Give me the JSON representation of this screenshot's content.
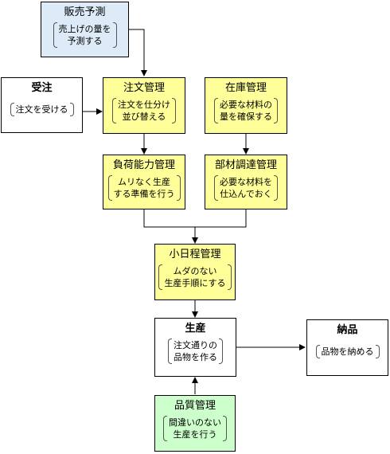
{
  "nodes": {
    "sales_forecast": {
      "title": "販売予測",
      "desc": [
        "売上げの量を",
        "予測する"
      ]
    },
    "order_receiving": {
      "title": "受注",
      "desc": [
        "注文を受ける"
      ]
    },
    "order_management": {
      "title": "注文管理",
      "desc": [
        "注文を仕分け",
        "並び替える"
      ]
    },
    "inventory_management": {
      "title": "在庫管理",
      "desc": [
        "必要な材料の",
        "量を確保する"
      ]
    },
    "load_capacity_management": {
      "title": "負荷能力管理",
      "desc": [
        "ムリなく生産",
        "する準備を行う"
      ]
    },
    "parts_procurement_management": {
      "title": "部材調達管理",
      "desc": [
        "必要な材料を",
        "仕込んでおく"
      ]
    },
    "detailed_schedule_management": {
      "title": "小日程管理",
      "desc": [
        "ムダのない",
        "生産手順にする"
      ]
    },
    "production": {
      "title": "生産",
      "desc": [
        "注文通りの",
        "品物を作る"
      ]
    },
    "delivery": {
      "title": "納品",
      "desc": [
        "品物を納める"
      ]
    },
    "quality_management": {
      "title": "品質管理",
      "desc": [
        "間違いのない",
        "生産を行う"
      ]
    }
  }
}
